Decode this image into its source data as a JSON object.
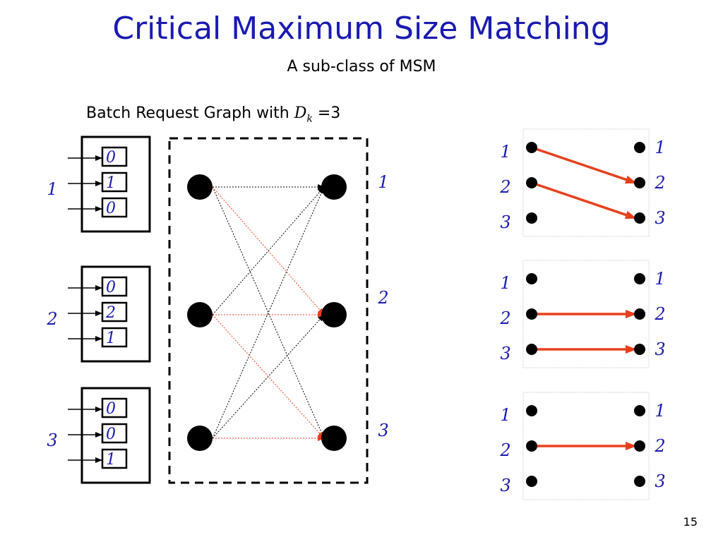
{
  "slide": {
    "title": "Critical Maximum Size Matching",
    "subtitle": "A sub-class of MSM",
    "graph_label_prefix": "Batch Request Graph with",
    "graph_label_var": "D",
    "graph_label_sub": "k",
    "graph_label_suffix": " =3",
    "page_number": "15"
  },
  "ports": [
    {
      "label": "1",
      "voq": [
        "0",
        "1",
        "0"
      ]
    },
    {
      "label": "2",
      "voq": [
        "0",
        "2",
        "1"
      ]
    },
    {
      "label": "3",
      "voq": [
        "0",
        "0",
        "1"
      ]
    }
  ],
  "output_labels": [
    "1",
    "2",
    "3"
  ],
  "request_graph": {
    "black_edges": [
      [
        1,
        1
      ],
      [
        1,
        3
      ],
      [
        2,
        1
      ],
      [
        3,
        1
      ],
      [
        3,
        2
      ]
    ],
    "red_edges": [
      [
        1,
        2
      ],
      [
        2,
        2
      ],
      [
        2,
        3
      ],
      [
        3,
        3
      ]
    ]
  },
  "matchings": [
    {
      "input_labels": [
        "1",
        "2",
        "3"
      ],
      "output_labels": [
        "1",
        "2",
        "3"
      ],
      "edges": [
        [
          1,
          2
        ],
        [
          2,
          3
        ]
      ]
    },
    {
      "input_labels": [
        "1",
        "2",
        "3"
      ],
      "output_labels": [
        "1",
        "2",
        "3"
      ],
      "edges": [
        [
          2,
          2
        ],
        [
          3,
          3
        ]
      ]
    },
    {
      "input_labels": [
        "1",
        "2",
        "3"
      ],
      "output_labels": [
        "1",
        "2",
        "3"
      ],
      "edges": [
        [
          2,
          2
        ]
      ]
    }
  ],
  "colors": {
    "title": "#1a1ab0",
    "labels": "#1a1ab0",
    "match_edge": "#e8401c",
    "request_red": "#e8401c",
    "request_black": "#000000"
  }
}
